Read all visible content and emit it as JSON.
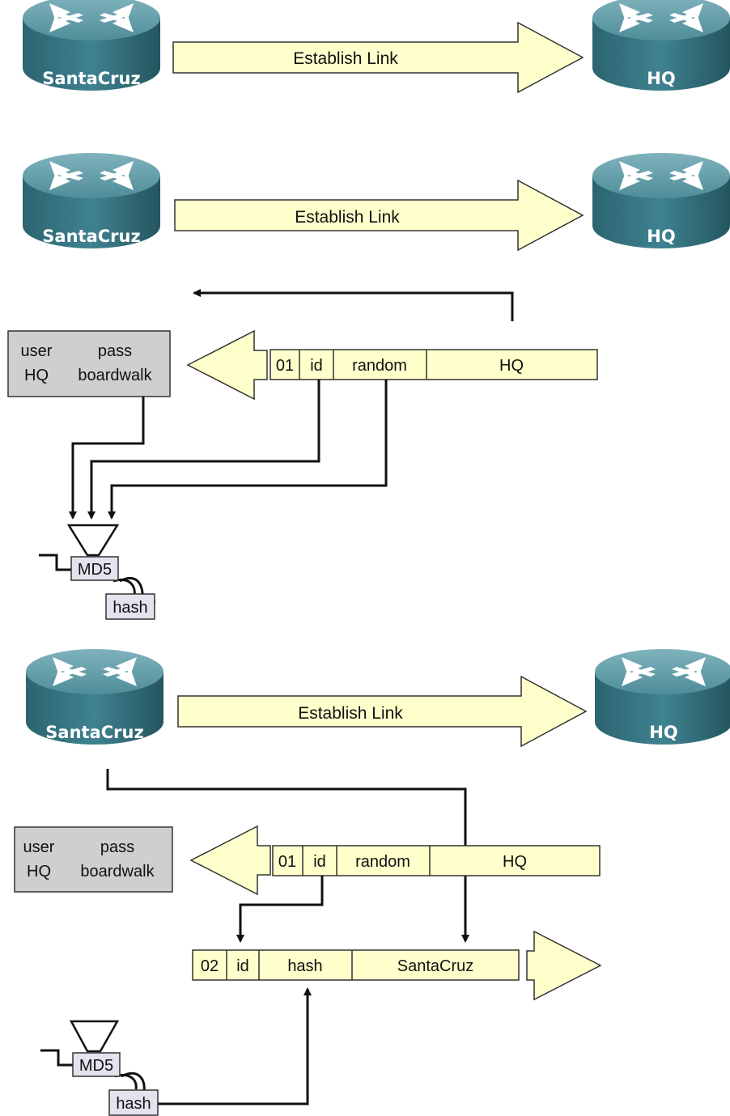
{
  "colors": {
    "router_top": "#5f9aa6",
    "router_side": "#2f6b78",
    "arrow_fill": "#ffffcc",
    "field_fill": "#ffffcc",
    "cred_box_fill": "#cfcfcf",
    "md5_fill": "#e3e3ee"
  },
  "icons": [
    "router-icon",
    "arrow-right",
    "arrow-left",
    "md5-funnel"
  ],
  "panel1": {
    "router_left": "SantaCruz",
    "router_right": "HQ",
    "arrow_label": "Establish Link"
  },
  "panel2": {
    "router_left": "SantaCruz",
    "router_right": "HQ",
    "arrow_label": "Establish Link",
    "credentials": {
      "user_header": "user",
      "pass_header": "pass",
      "user_value": "HQ",
      "pass_value": "boardwalk"
    },
    "packet": [
      "01",
      "id",
      "random",
      "HQ"
    ],
    "md5_label": "MD5",
    "hash_label": "hash"
  },
  "panel3": {
    "router_left": "SantaCruz",
    "router_right": "HQ",
    "arrow_label": "Establish Link",
    "credentials": {
      "user_header": "user",
      "pass_header": "pass",
      "user_value": "HQ",
      "pass_value": "boardwalk"
    },
    "packet_in": [
      "01",
      "id",
      "random",
      "HQ"
    ],
    "packet_out": [
      "02",
      "id",
      "hash",
      "SantaCruz"
    ],
    "md5_label": "MD5",
    "hash_label": "hash"
  }
}
